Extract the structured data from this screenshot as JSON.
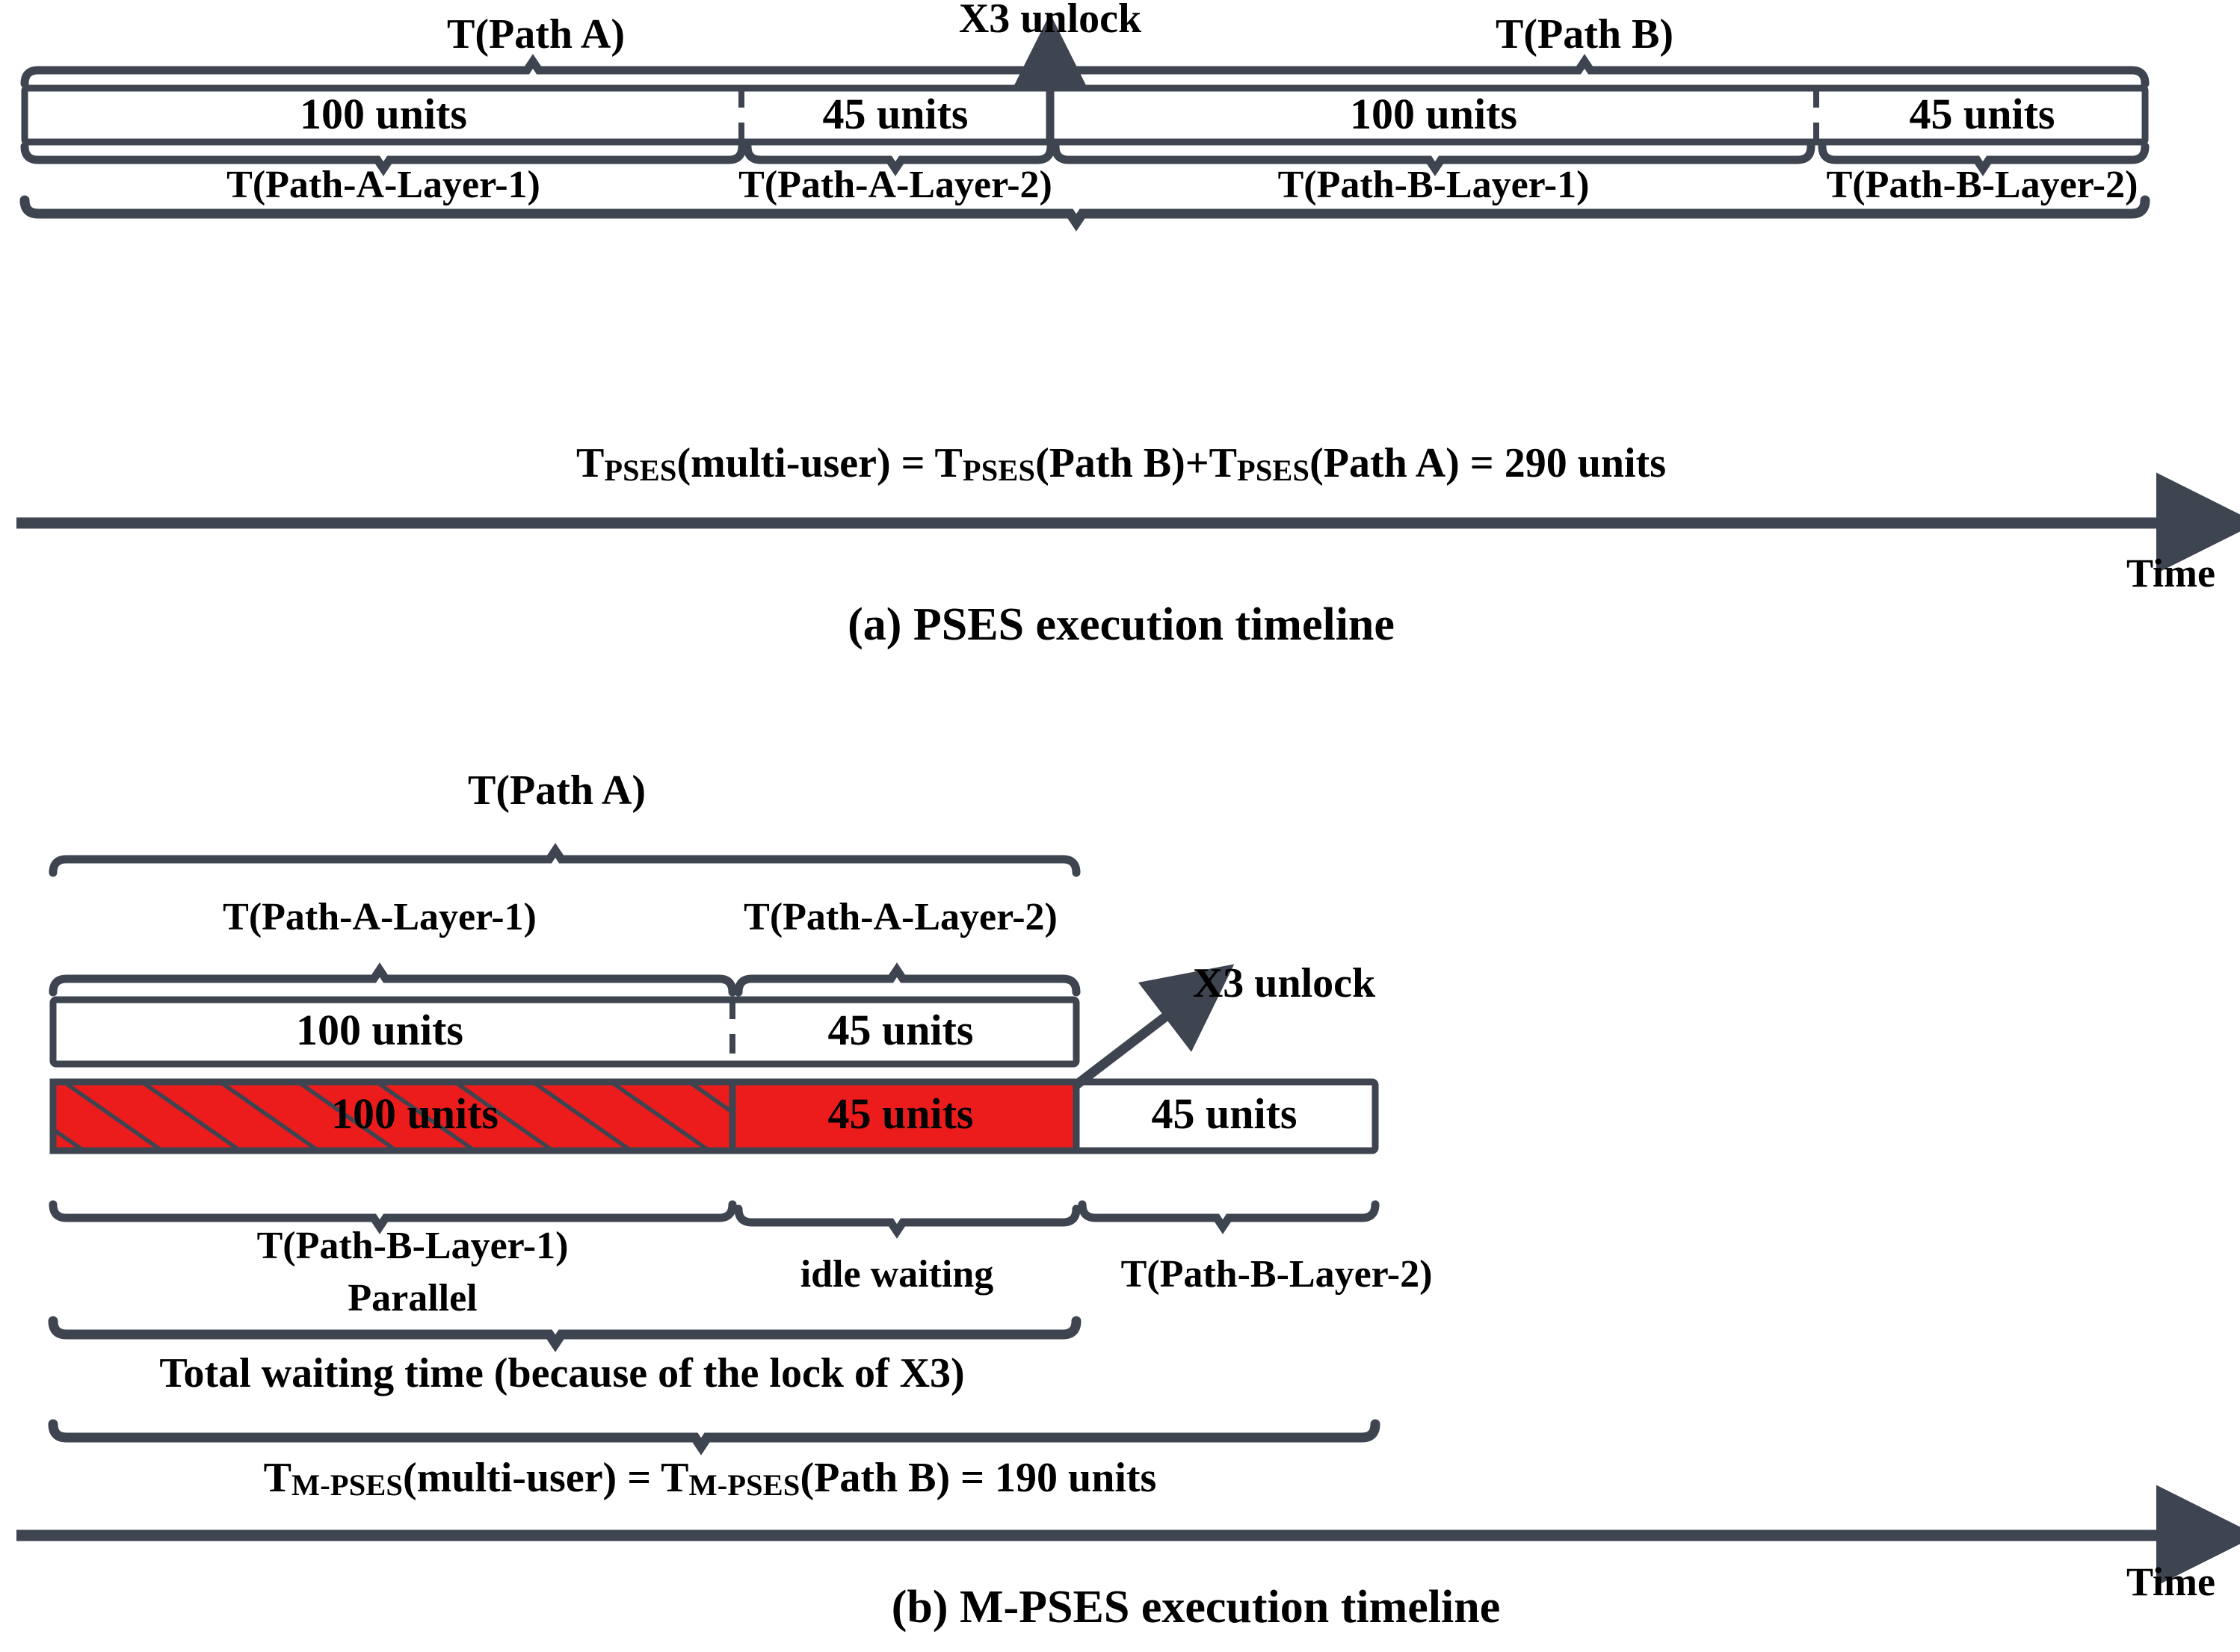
{
  "figure": {
    "red_color": "#EC1C1C",
    "line_color": "#3E4450",
    "panels": [
      {
        "id": "a",
        "caption": "(a) PSES execution timeline",
        "time_axis_label": "Time",
        "unlock_label": "X3 unlock",
        "top_braces": [
          {
            "label": "T(Path A)"
          },
          {
            "label": "T(Path B)"
          }
        ],
        "segments": [
          {
            "value": "100 units",
            "brace": "T(Path-A-Layer-1)"
          },
          {
            "value": "45 units",
            "brace": "T(Path-A-Layer-2)"
          },
          {
            "value": "100 units",
            "brace": "T(Path-B-Layer-1)"
          },
          {
            "value": "45 units",
            "brace": "T(Path-B-Layer-2)"
          }
        ],
        "total_formula": {
          "lhs": "T",
          "lhs_sub": "PSES",
          "parts": [
            "(multi-user) = T",
            "(Path B)+T",
            "(Path A) = 290 units"
          ],
          "subs": [
            "PSES",
            "PSES"
          ],
          "plain": "TPSES(multi-user) = TPSES(Path B)+TPSES(Path A) = 290 units"
        }
      },
      {
        "id": "b",
        "caption": "(b) M-PSES execution timeline",
        "time_axis_label": "Time",
        "unlock_label": "X3 unlock",
        "path_a_brace": "T(Path A)",
        "path_a_layer_braces": [
          "T(Path-A-Layer-1)",
          "T(Path-A-Layer-2)"
        ],
        "row_a": [
          {
            "value": "100 units",
            "filled": false
          },
          {
            "value": "45 units",
            "filled": false
          }
        ],
        "row_b": [
          {
            "value": "100 units",
            "filled": true,
            "hatched": true
          },
          {
            "value": "45 units",
            "filled": true,
            "hatched": false
          },
          {
            "value": "45 units",
            "filled": false,
            "hatched": false
          }
        ],
        "bottom_braces": [
          {
            "label": "T(Path-B-Layer-1)",
            "label2": "Parallel"
          },
          {
            "label": "idle waiting"
          },
          {
            "label": "T(Path-B-Layer-2)"
          }
        ],
        "waiting_brace": "Total waiting time (because of the lock of X3)",
        "total_formula": {
          "plain": "TM-PSES(multi-user) = TM-PSES(Path B) = 190 units"
        }
      }
    ]
  }
}
